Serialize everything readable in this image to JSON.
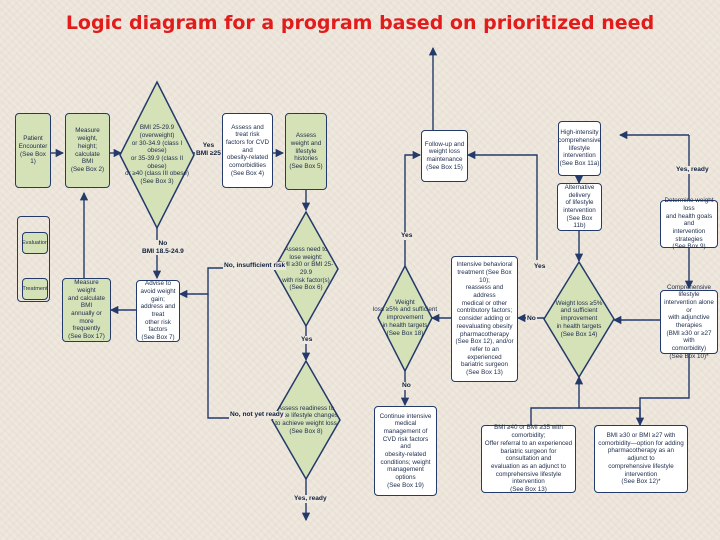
{
  "title": "Logic diagram for a program based on prioritized need",
  "colors": {
    "title": "#e21b1b",
    "border": "#233a6b",
    "diamond_fill": "#d5e2b8",
    "box_fill": "#ffffff"
  },
  "legend": {
    "evaluation": "Evaluation",
    "treatment": "Treatment"
  },
  "nodes": {
    "box1": "Patient\nEncounter\n(See Box 1)",
    "box2": "Measure weight,\nheight; calculate\nBMI\n(See Box 2)",
    "box3": "BMI 25-29.9 (overweight)\nor 30-34.9 (class I obese)\nor 35-39.9 (class II obese)\nor ≥40 (class III obese)\n(See Box 3)",
    "box4": "Assess and treat risk\nfactors for CVD and\nobesity-related\ncomorbidities\n(See Box 4)",
    "box5": "Assess weight and\nlifestyle histories\n(See Box 5)",
    "box6": "Assess need to\nlose weight:\nBMI ≥30 or BMI 25-29.9\nwith risk factor(s)\n(See Box 6)",
    "box7": "Advise to\navoid weight gain;\naddress and treat\nother risk factors\n(See Box 7)",
    "box8": "Assess readiness to\nmake lifestyle changes\nto achieve weight loss\n(See Box 8)",
    "box9": "Determine weight loss\nand health goals and\nintervention strategies\n(See Box 9)",
    "box10": "Comprehensive lifestyle\nintervention alone or\nwith adjunctive therapies\n(BMI ≥30 or ≥27 with\ncomorbidity)\n(See Box 10)*",
    "box11a": "High-intensity\ncomprehensive\nlifestyle\nintervention\n(See Box 11a)",
    "box11b": "Alternative delivery\nof lifestyle\nintervention\n(See Box 11b)",
    "box12": "BMI ≥30 or BMI ≥27 with\ncomorbidity—option for adding\npharmacotherapy as an adjunct to\ncomprehensive lifestyle\nintervention\n(See Box 12)*",
    "box13a": "Intensive behavioral\ntreatment (See Box 10);\nreassess and address\nmedical or other\ncontributory factors;\nconsider adding or\nreevaluating obesity\npharmacotherapy\n(See Box 12), and/or\nrefer to an experienced\nbariatric surgeon\n(See Box 13)",
    "box13b": "BMI ≥40 or BMI ≥35 with comorbidity;\nOffer referral to an experienced\nbariatric surgeon for consultation and\nevaluation as an adjunct to\ncomprehensive lifestyle intervention\n(See Box 13)",
    "box14": "Weight loss ≥5%\nand sufficient improvement\nin health targets\n(See Box 14)",
    "box15": "Follow-up and\nweight loss\nmaintenance\n(See Box 15)",
    "box16": "Measure weight\nand calculate BMI\nannually or more\nfrequently\n(See Box 17)",
    "box18": "Weight\nloss ≥5% and sufficient\nimprovement\nin health targets\n(See Box 18)",
    "box19": "Continue intensive\nmedical management of\nCVD risk factors and\nobesity-related\nconditions; weight\nmanagement options\n(See Box 19)"
  },
  "labels": {
    "yes_bmi25": "Yes\nBMI ≥25",
    "no_bmi": "No\nBMI 18.5-24.9",
    "no_insufficient": "No, insufficient risk",
    "yes_6": "Yes",
    "no_not_ready": "No, not yet ready",
    "yes_ready_8": "Yes, ready",
    "yes_ready_9": "Yes, ready",
    "yes_18": "Yes",
    "no_18": "No",
    "yes_14": "Yes",
    "no_14": "No"
  }
}
